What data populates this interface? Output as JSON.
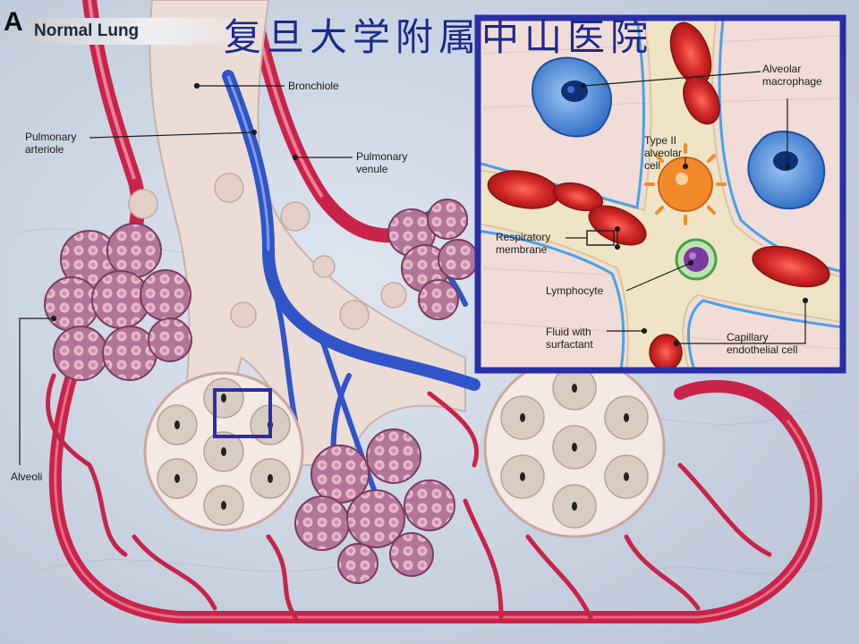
{
  "panel": {
    "letter": "A",
    "title": "Normal Lung",
    "watermark": "复旦大学附属中山医院"
  },
  "main_labels": {
    "bronchiole": "Bronchiole",
    "pulmonary_arteriole": "Pulmonary\narteriole",
    "pulmonary_venule": "Pulmonary\nvenule",
    "alveoli": "Alveoli"
  },
  "inset_labels": {
    "alveolar_macrophage": "Alveolar\nmacrophage",
    "type_ii_cell": "Type II\nalveolar\ncell",
    "respiratory_membrane": "Respiratory\nmembrane",
    "lymphocyte": "Lymphocyte",
    "fluid_with_surfactant": "Fluid with\nsurfactant",
    "capillary_endothelial_cell": "Capillary\nendothelial  cell"
  },
  "colors": {
    "artery": "#c8244a",
    "vein": "#2f55c8",
    "inset_border": "#2a2fa6",
    "bronchiole": "#ecdcd6",
    "alveoli_cluster": "#b37597",
    "rbc": "#d83030",
    "macrophage": "#3f86da",
    "type_ii_cell": "#f28a2c",
    "lymphocyte": "#7b3aa0"
  }
}
